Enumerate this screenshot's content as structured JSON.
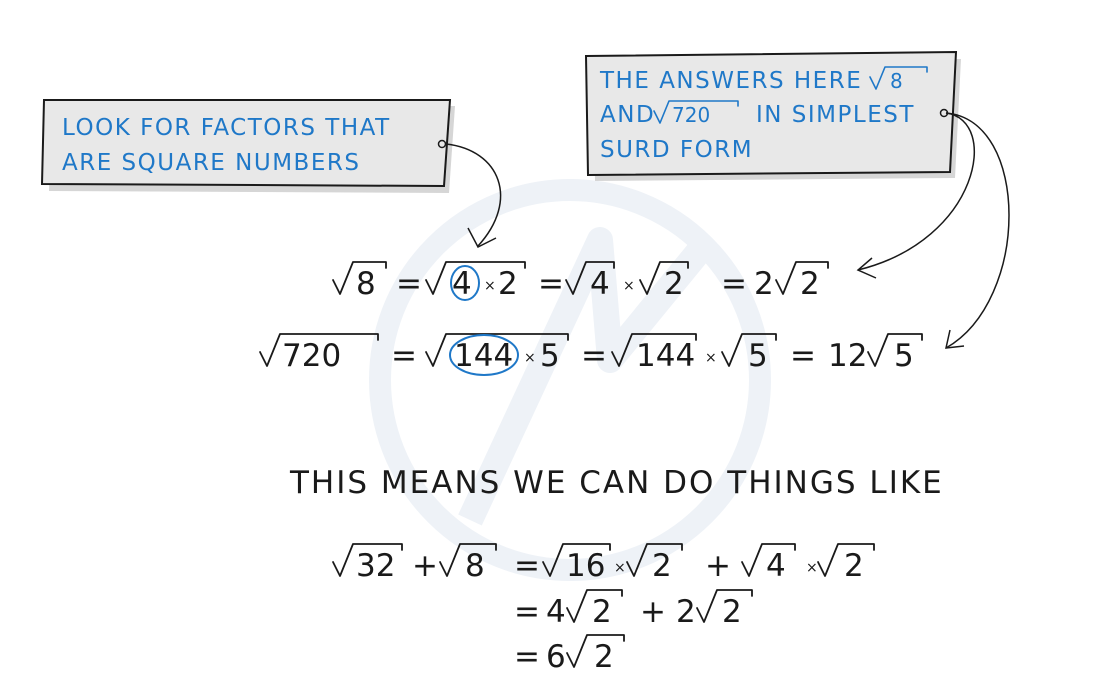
{
  "callouts": {
    "left": {
      "line1": "LOOK  FOR  FACTORS  THAT",
      "line2": "ARE  SQUARE  NUMBERS"
    },
    "right": {
      "line1_text": "THE  ANSWERS  HERE",
      "line1_radicand": "8",
      "line2_and": "AND",
      "line2_radicand": "720",
      "line2_text": "IN  SIMPLEST",
      "line3": "SURD  FORM"
    }
  },
  "eq1": {
    "a_rad": "8",
    "eq": "=",
    "b_rad_first": "4",
    "times": "×",
    "b_rad_second": "2",
    "eq2": "=",
    "c_rad": "4",
    "times2": "×",
    "d_rad": "2",
    "eq3": "=",
    "coef": "2",
    "e_rad": "2"
  },
  "eq2": {
    "a_rad": "720",
    "eq": "=",
    "b_rad_first": "144",
    "times": "×",
    "b_rad_second": "5",
    "eq2": "=",
    "c_rad": "144",
    "times2": "×",
    "d_rad": "5",
    "eq3": "=",
    "coef": "12",
    "e_rad": "5"
  },
  "heading": "THIS   MEANS   WE   CAN   DO   THINGS   LIKE",
  "eq3": {
    "a_rad": "32",
    "plus": "+",
    "b_rad": "8",
    "eq": "=",
    "c_rad": "16",
    "times": "×",
    "d_rad": "2",
    "plus2": "+",
    "e_rad": "4",
    "times2": "×",
    "f_rad": "2"
  },
  "eq4": {
    "eq": "=",
    "coef1": "4",
    "rad1": "2",
    "plus": "+",
    "coef2": "2",
    "rad2": "2"
  },
  "eq5": {
    "eq": "=",
    "coef": "6",
    "rad": "2"
  },
  "colors": {
    "accent_blue": "#1f78c8",
    "box_fill": "#e8e8e8",
    "ink": "#1a1a1a"
  }
}
